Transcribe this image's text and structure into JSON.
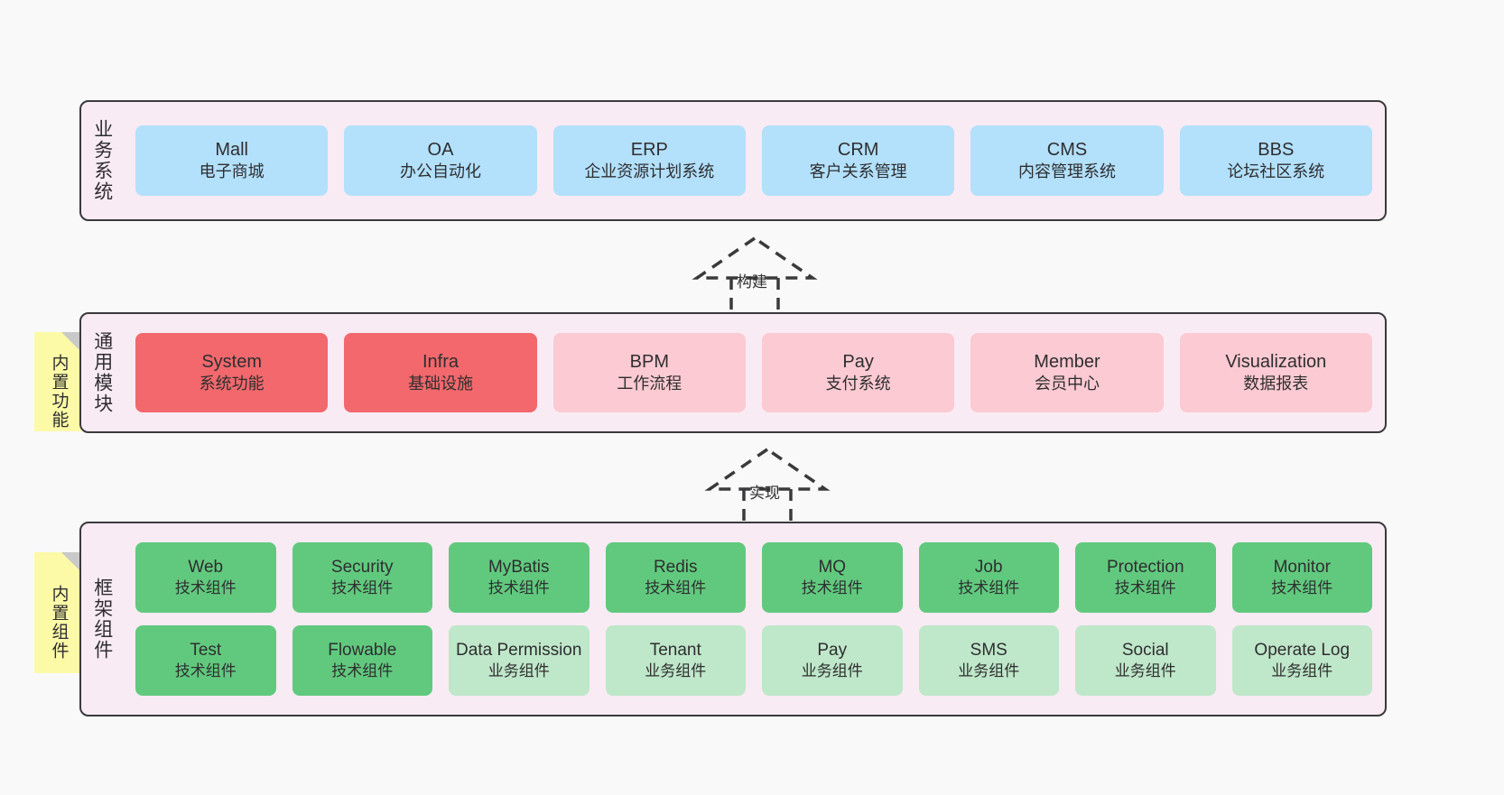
{
  "layers": [
    {
      "id": "business-systems",
      "label": "业务系统",
      "nodes": [
        {
          "en": "Mall",
          "cn": "电子商城"
        },
        {
          "en": "OA",
          "cn": "办公自动化"
        },
        {
          "en": "ERP",
          "cn": "企业资源计划系统"
        },
        {
          "en": "CRM",
          "cn": "客户关系管理"
        },
        {
          "en": "CMS",
          "cn": "内容管理系统"
        },
        {
          "en": "BBS",
          "cn": "论坛社区系统"
        }
      ]
    },
    {
      "id": "common-modules",
      "label": "通用模块",
      "note": "内置功能",
      "nodes": [
        {
          "en": "System",
          "cn": "系统功能",
          "highlight": true
        },
        {
          "en": "Infra",
          "cn": "基础设施",
          "highlight": true
        },
        {
          "en": "BPM",
          "cn": "工作流程",
          "highlight": false
        },
        {
          "en": "Pay",
          "cn": "支付系统",
          "highlight": false
        },
        {
          "en": "Member",
          "cn": "会员中心",
          "highlight": false
        },
        {
          "en": "Visualization",
          "cn": "数据报表",
          "highlight": false
        }
      ]
    },
    {
      "id": "framework-components",
      "label": "框架组件",
      "note": "内置组件",
      "rows": [
        [
          {
            "en": "Web",
            "cn": "技术组件",
            "kind": "tech"
          },
          {
            "en": "Security",
            "cn": "技术组件",
            "kind": "tech"
          },
          {
            "en": "MyBatis",
            "cn": "技术组件",
            "kind": "tech"
          },
          {
            "en": "Redis",
            "cn": "技术组件",
            "kind": "tech"
          },
          {
            "en": "MQ",
            "cn": "技术组件",
            "kind": "tech"
          },
          {
            "en": "Job",
            "cn": "技术组件",
            "kind": "tech"
          },
          {
            "en": "Protection",
            "cn": "技术组件",
            "kind": "tech"
          },
          {
            "en": "Monitor",
            "cn": "技术组件",
            "kind": "tech"
          }
        ],
        [
          {
            "en": "Test",
            "cn": "技术组件",
            "kind": "tech"
          },
          {
            "en": "Flowable",
            "cn": "技术组件",
            "kind": "tech"
          },
          {
            "en": "Data Permission",
            "cn": "业务组件",
            "kind": "biz"
          },
          {
            "en": "Tenant",
            "cn": "业务组件",
            "kind": "biz"
          },
          {
            "en": "Pay",
            "cn": "业务组件",
            "kind": "biz"
          },
          {
            "en": "SMS",
            "cn": "业务组件",
            "kind": "biz"
          },
          {
            "en": "Social",
            "cn": "业务组件",
            "kind": "biz"
          },
          {
            "en": "Operate Log",
            "cn": "业务组件",
            "kind": "biz"
          }
        ]
      ]
    }
  ],
  "connectors": [
    {
      "id": "build",
      "label": "构建"
    },
    {
      "id": "implement",
      "label": "实现"
    }
  ],
  "colors": {
    "band_fill": "#F9EBF4",
    "band_border": "#3A3A3C",
    "business_node": "#B3E0FB",
    "module_node": "#FCCAD2",
    "module_node_highlight": "#F2686C",
    "tech_component": "#61C97E",
    "business_component": "#BFE7C9",
    "sticky_note": "#FCFAA6",
    "canvas": "#F9F9F9"
  }
}
